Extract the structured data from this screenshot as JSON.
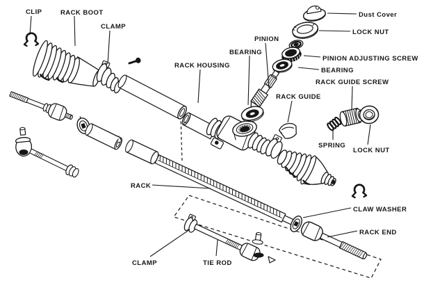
{
  "diagram": {
    "type": "exploded-parts-diagram",
    "subject": "rack and pinion steering gear",
    "colors": {
      "ink": "#161616",
      "background": "#ffffff"
    },
    "labels": {
      "clip": "CLIP",
      "rack_boot": "RACK BOOT",
      "clamp_top": "CLAMP",
      "rack_housing": "RACK HOUSING",
      "pinion": "PINION",
      "bearing_left": "BEARING",
      "dust_cover": "Dust Cover",
      "lock_nut_top": "LOCK NUT",
      "pinion_adjusting_screw": "PINION ADJUSTING SCREW",
      "bearing_right": "BEARING",
      "rack_guide_screw": "RACK GUIDE SCREW",
      "rack_guide": "RACK GUIDE",
      "spring": "SPRING",
      "lock_nut_right": "LOCK NUT",
      "rack": "RACK",
      "claw_washer": "CLAW WASHER",
      "rack_end": "RACK END",
      "clamp_bottom": "CLAMP",
      "tie_rod": "TIE ROD"
    }
  }
}
